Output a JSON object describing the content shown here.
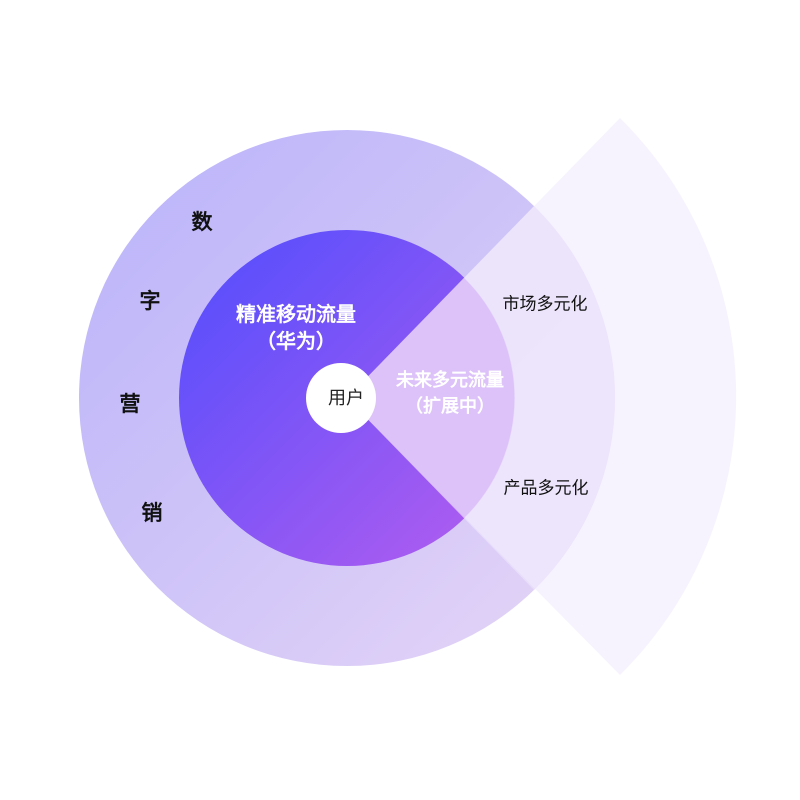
{
  "side_title": [
    "数",
    "字",
    "营",
    "销"
  ],
  "inner_circle": {
    "title": "精准移动流量",
    "subtitle": "（华为）"
  },
  "wedge": {
    "title": "未来多元流量",
    "subtitle": "（扩展中）",
    "items": [
      "市场多元化",
      "产品多元化"
    ]
  },
  "center": {
    "label": "用户"
  },
  "colors": {
    "outer_ring_start": "#bdb5f8",
    "outer_ring_end": "#e2d4f6",
    "inner_start": "#5c50fb",
    "inner_end": "#a95ff0",
    "wedge_outer": "#f6f3fe",
    "wedge_inner": "#c7a6f6",
    "center": "#ffffff"
  }
}
